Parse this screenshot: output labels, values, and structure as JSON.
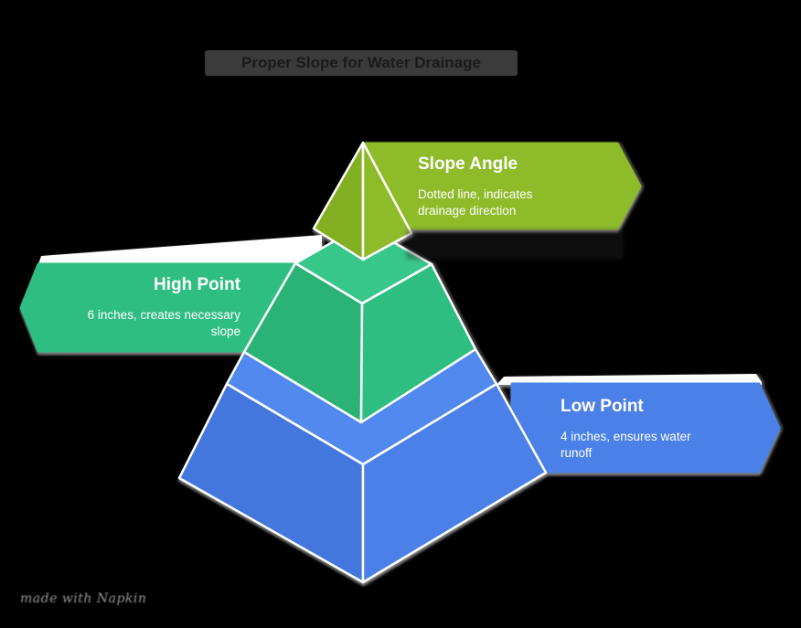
{
  "title_bar": {
    "text": "Proper Slope for Water Drainage"
  },
  "watermark": {
    "text": "made with Napkin"
  },
  "colors": {
    "background": "#000000",
    "title_bar_bg": "#3b3b3b",
    "title_bar_text": "#1a1a1a",
    "edge": "#ffffff",
    "label_text": "#ffffff",
    "watermark_text": "#969696",
    "green": "#8dbb29",
    "green_dark": "#83b022",
    "emerald": "#2fbe81",
    "emerald_top": "#38c78a",
    "emerald_dark": "#2bb377",
    "blue": "#4a80e8",
    "blue_top": "#5189ee",
    "blue_dark": "#4477dd"
  },
  "labels": {
    "slope": {
      "title": "Slope Angle",
      "desc_lines": [
        "Dotted line, indicates",
        "drainage direction"
      ]
    },
    "high": {
      "title": "High Point",
      "desc_lines": [
        "6 inches, creates necessary",
        "slope"
      ]
    },
    "low": {
      "title": "Low Point",
      "desc_lines": [
        "4 inches, ensures water",
        "runoff"
      ]
    }
  },
  "pyramid": {
    "tiers": [
      {
        "name": "Slope Angle",
        "position": "top"
      },
      {
        "name": "High Point",
        "position": "middle"
      },
      {
        "name": "Low Point",
        "position": "bottom"
      }
    ]
  }
}
